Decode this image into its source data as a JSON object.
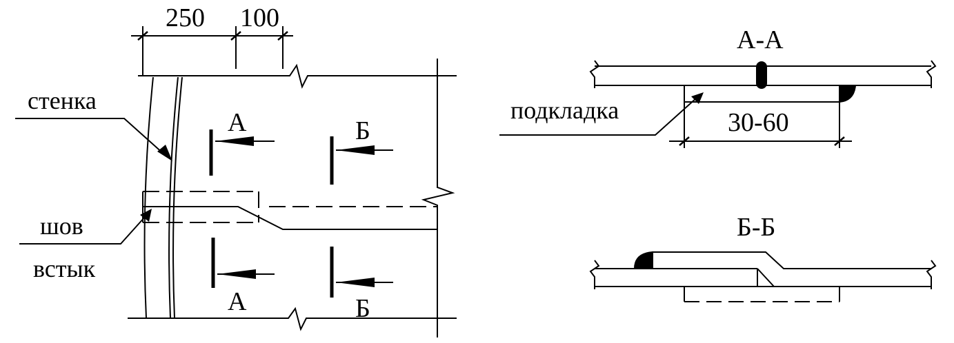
{
  "dimensions": {
    "dim1": "250",
    "dim2": "100",
    "gap": "30-60"
  },
  "labels": {
    "wall": "стенка",
    "seam": "шов",
    "butt": "встык",
    "backing": "подкладка"
  },
  "sections": {
    "a_marker": "А",
    "b_marker": "Б",
    "a_title": "А-А",
    "b_title": "Б-Б"
  }
}
